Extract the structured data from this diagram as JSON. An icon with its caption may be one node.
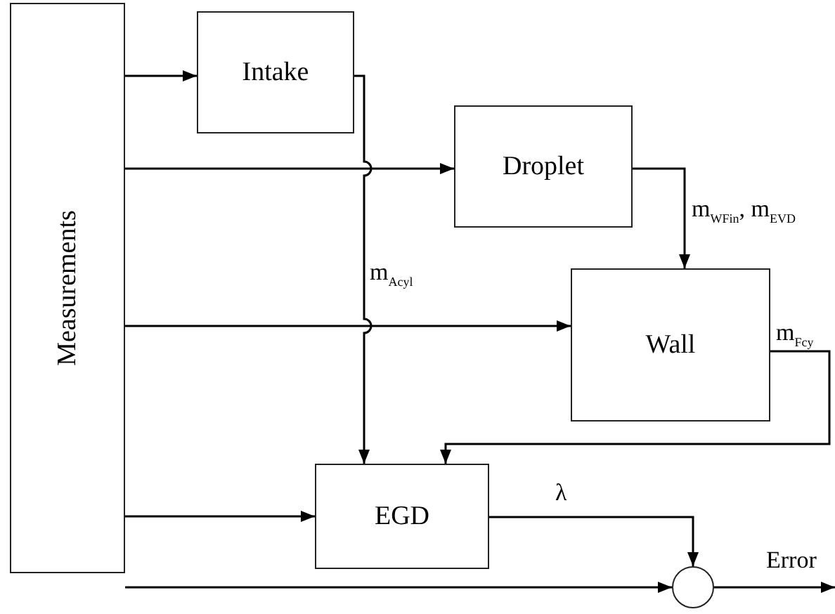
{
  "diagram": {
    "nodes": [
      {
        "text": [
          "Measurements"
        ]
      },
      {
        "text": [
          "Intake"
        ]
      },
      {
        "text": [
          "Droplet"
        ]
      },
      {
        "text": [
          "Wall"
        ]
      },
      {
        "text": [
          "EGD"
        ]
      },
      {
        "text": [],
        "shape": "circle"
      }
    ],
    "edges": [
      {
        "from": 0,
        "to": 1,
        "arrow": "to"
      },
      {
        "from": 0,
        "to": 2,
        "arrow": "to"
      },
      {
        "from": 0,
        "to": 3,
        "arrow": "to"
      },
      {
        "from": 0,
        "to": 4,
        "arrow": "to"
      },
      {
        "from": 0,
        "to": 5,
        "arrow": "to"
      },
      {
        "from": 1,
        "to": 4,
        "arrow": "to",
        "label": "m$_{Acyl}$"
      },
      {
        "from": 2,
        "to": 3,
        "arrow": "to",
        "label": "m$_{WFin}$, m$_{EVD}$"
      },
      {
        "from": 3,
        "to": 4,
        "arrow": "to",
        "label": "m$_{Fcy}$"
      },
      {
        "from": 4,
        "to": 5,
        "arrow": "to",
        "label": "λ"
      },
      {
        "from": 5,
        "to": null,
        "arrow": "to",
        "label": "Error"
      }
    ]
  }
}
